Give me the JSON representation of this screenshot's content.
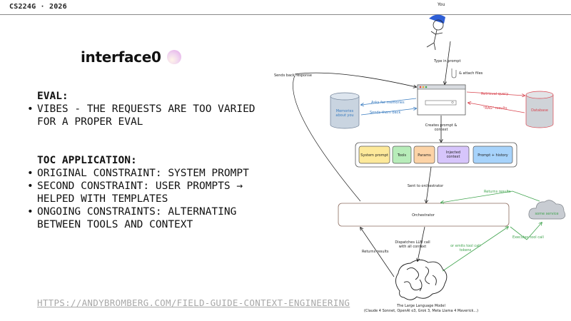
{
  "header": {
    "course": "CS224G · 2026"
  },
  "brand": {
    "name": "interface0",
    "orb_icon": "gradient-orb"
  },
  "eval_section": {
    "title": "EVAL:",
    "bullets": [
      "VIBES - THE REQUESTS ARE TOO VARIED FOR A PROPER EVAL"
    ]
  },
  "toc_section": {
    "title": "TOC APPLICATION:",
    "bullets": [
      "ORIGINAL CONSTRAINT: SYSTEM PROMPT",
      "SECOND CONSTRAINT: USER PROMPTS → HELPED WITH TEMPLATES",
      "ONGOING CONSTRAINTS: ALTERNATING BETWEEN TOOLS AND CONTEXT"
    ]
  },
  "link": {
    "text": "HTTPS://ANDYBROMBERG.COM/FIELD-GUIDE-CONTEXT-ENGINEERING"
  },
  "diagram": {
    "user_label": "You",
    "type_prompt": "Type in prompt",
    "attach_files": "& attach files",
    "sends_back_response": "Sends back response",
    "memories_label_1": "Memories",
    "memories_label_2": "about you",
    "asks_for_memories": "Asks for memories",
    "sends_them_back": "Sends them back",
    "retrieval_query": "Retrieval query",
    "rag_results": "\"RAG\" results",
    "database_label": "Database",
    "creates_prompt_1": "Creates prompt &",
    "creates_prompt_2": "context",
    "context_blocks": [
      "System prompt",
      "Tools",
      "Params",
      "Injected context",
      "Prompt + history"
    ],
    "context_colors": [
      "#fde99a",
      "#b7ecb9",
      "#fcd3a6",
      "#d6c5fb",
      "#a7d3fb"
    ],
    "sent_to_orchestrator": "Sent to orchestrator",
    "orchestrator_label": "Orchestrator",
    "returns_results_service": "Returns results",
    "some_service": "some service",
    "executes_tool_call": "Executes tool call",
    "dispatches_1": "Dispatches LLM call",
    "dispatches_2": "with all context",
    "returns_results_llm": "Returns results",
    "emits_tool_1": "or emits tool call",
    "emits_tool_2": "tokens",
    "llm_label_1": "The Large Language Model",
    "llm_label_2": "(Claude 4 Sonnet, OpenAI o3, Grok 3, Meta Llama 4 Maverick...)",
    "colors": {
      "blue": "#3a7cc0",
      "red": "#d9454f",
      "green": "#3fa34d",
      "ink": "#1e1e1e",
      "memory_fill": "#c9d4e0",
      "db_fill": "#cfd3d8",
      "cloud_fill": "#c8ccd2",
      "orchestrator_border": "#8b6b5e"
    }
  }
}
